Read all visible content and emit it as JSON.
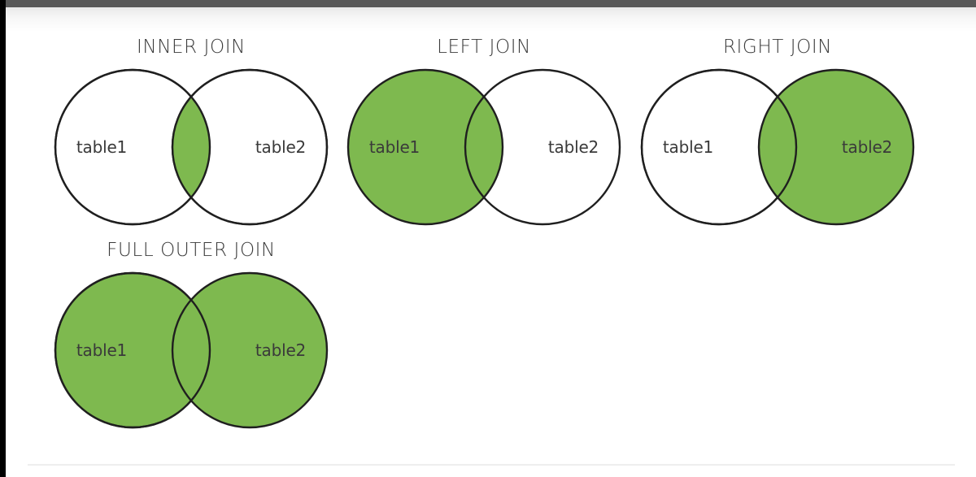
{
  "page": {
    "background_color": "#ffffff",
    "top_bar_color": "#595959",
    "gutter_color": "#000000",
    "rule_color": "#eeeeee"
  },
  "theme": {
    "fill_green": "#7eb94f",
    "stroke_dark": "#1f1f1f",
    "circle_unfilled": "#ffffff",
    "title_color": "#3b3b3b",
    "label_color": "#3a3a3a"
  },
  "diagram": {
    "type": "venn",
    "table_left_label": "table1",
    "table_right_label": "table2",
    "groups": [
      {
        "id": "inner-join",
        "title": "INNER JOIN",
        "left_label": "table1",
        "right_label": "table2",
        "left_filled": false,
        "right_filled": false,
        "intersection_filled": true
      },
      {
        "id": "left-join",
        "title": "LEFT JOIN",
        "left_label": "table1",
        "right_label": "table2",
        "left_filled": true,
        "right_filled": false,
        "intersection_filled": true
      },
      {
        "id": "right-join",
        "title": "RIGHT JOIN",
        "left_label": "table1",
        "right_label": "table2",
        "left_filled": false,
        "right_filled": true,
        "intersection_filled": true
      },
      {
        "id": "full-outer-join",
        "title": "FULL OUTER JOIN",
        "left_label": "table1",
        "right_label": "table2",
        "left_filled": true,
        "right_filled": true,
        "intersection_filled": true
      }
    ]
  }
}
